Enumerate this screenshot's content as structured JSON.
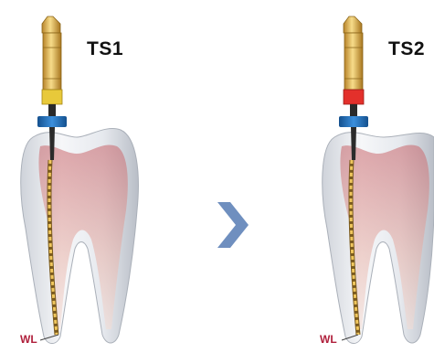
{
  "panels": [
    {
      "file_label": "TS1",
      "band_color": "#e8c93a",
      "wl_label": "WL"
    },
    {
      "file_label": "TS2",
      "band_color": "#e3302b",
      "wl_label": "WL"
    }
  ],
  "arrow": {
    "icon": "chevron-right-icon",
    "color": "#6f8fbf"
  },
  "colors": {
    "stopper": "#1f6fb8",
    "wl_text": "#b0203c",
    "file_gold": "#f0c75e",
    "root_canal": "#d98a7a"
  }
}
